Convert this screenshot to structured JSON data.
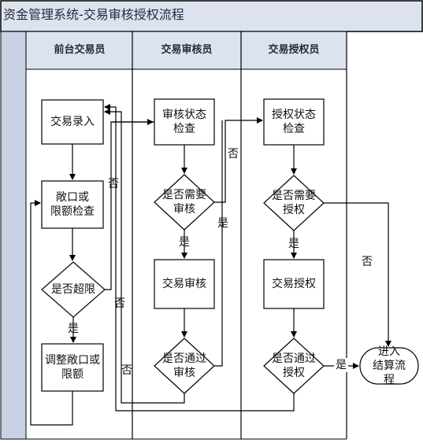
{
  "title": "资金管理系统-交易审核授权流程",
  "lanes": [
    {
      "label": "前台交易员"
    },
    {
      "label": "交易审核员"
    },
    {
      "label": "交易授权员"
    }
  ],
  "nodes": {
    "entry": "交易录入",
    "limit_check": [
      "敞口或",
      "限额检查"
    ],
    "over_limit": "是否超限",
    "adjust": [
      "调整敞口或",
      "限额"
    ],
    "review_status": [
      "审核状态",
      "检查"
    ],
    "need_review": [
      "是否需要",
      "审核"
    ],
    "review": "交易审核",
    "review_pass": [
      "是否通过",
      "审核"
    ],
    "auth_status": [
      "授权状态",
      "检查"
    ],
    "need_auth": [
      "是否需要",
      "授权"
    ],
    "auth": "交易授权",
    "auth_pass": [
      "是否通过",
      "授权"
    ],
    "settle": [
      "进入",
      "结算流程"
    ]
  },
  "edge_labels": {
    "yes": "是",
    "no": "否"
  },
  "colors": {
    "header_bg": "#dde3ee",
    "left_strip": "#c9d2e2",
    "line": "#000000"
  }
}
